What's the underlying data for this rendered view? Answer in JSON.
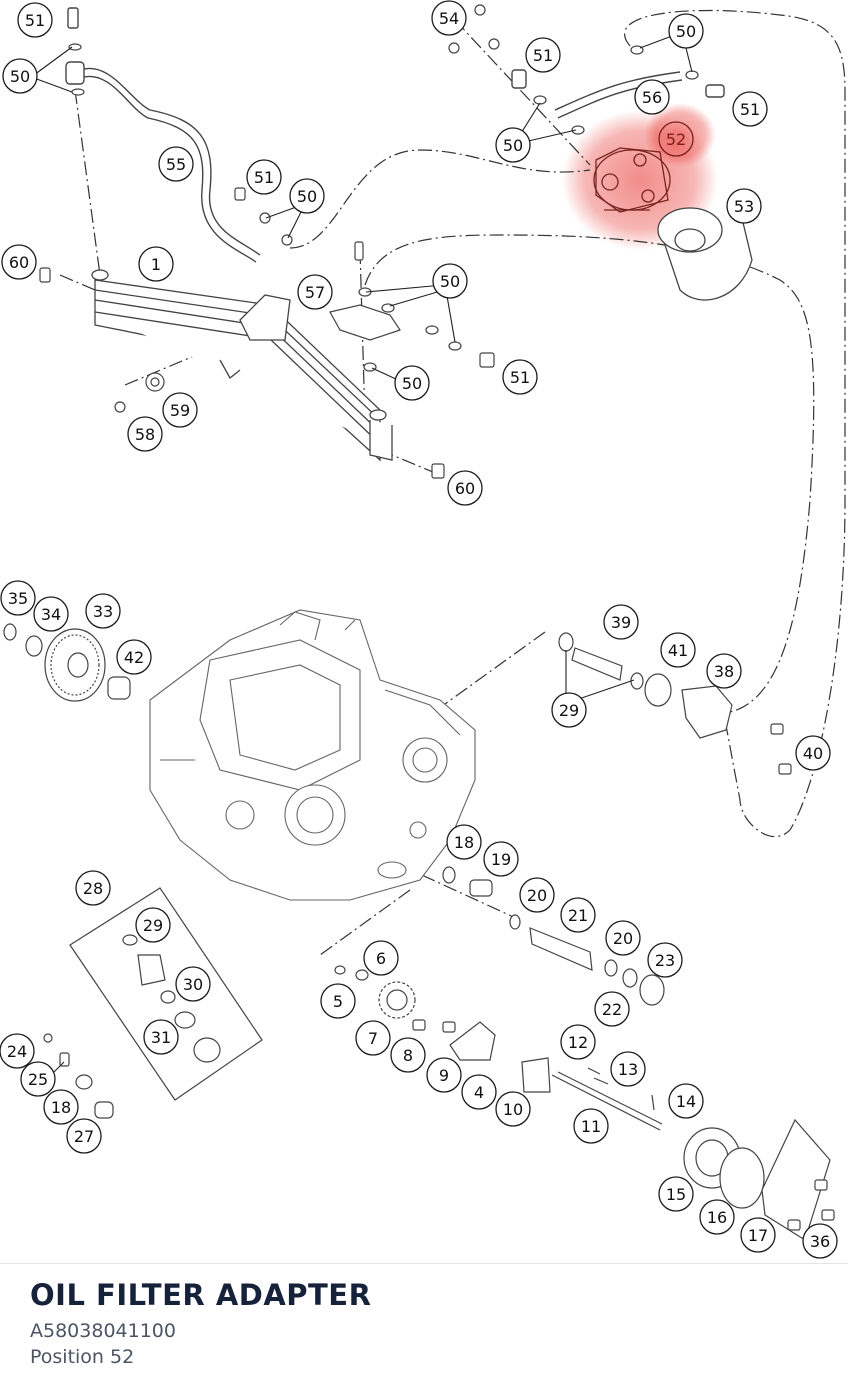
{
  "part": {
    "name": "OIL FILTER ADAPTER",
    "number": "A58038041100",
    "position_text": "Position 52",
    "highlight_color": "#e8302a"
  },
  "callouts": [
    {
      "n": "51"
    },
    {
      "n": "50"
    },
    {
      "n": "55"
    },
    {
      "n": "51"
    },
    {
      "n": "50"
    },
    {
      "n": "60"
    },
    {
      "n": "1"
    },
    {
      "n": "57"
    },
    {
      "n": "59"
    },
    {
      "n": "58"
    },
    {
      "n": "54"
    },
    {
      "n": "51"
    },
    {
      "n": "50"
    },
    {
      "n": "50"
    },
    {
      "n": "56"
    },
    {
      "n": "51"
    },
    {
      "n": "52"
    },
    {
      "n": "53"
    },
    {
      "n": "50"
    },
    {
      "n": "51"
    },
    {
      "n": "50"
    },
    {
      "n": "60"
    },
    {
      "n": "35"
    },
    {
      "n": "34"
    },
    {
      "n": "33"
    },
    {
      "n": "42"
    },
    {
      "n": "39"
    },
    {
      "n": "41"
    },
    {
      "n": "38"
    },
    {
      "n": "29"
    },
    {
      "n": "40"
    },
    {
      "n": "18"
    },
    {
      "n": "19"
    },
    {
      "n": "28"
    },
    {
      "n": "29"
    },
    {
      "n": "20"
    },
    {
      "n": "21"
    },
    {
      "n": "20"
    },
    {
      "n": "23"
    },
    {
      "n": "6"
    },
    {
      "n": "5"
    },
    {
      "n": "30"
    },
    {
      "n": "22"
    },
    {
      "n": "31"
    },
    {
      "n": "7"
    },
    {
      "n": "8"
    },
    {
      "n": "12"
    },
    {
      "n": "24"
    },
    {
      "n": "25"
    },
    {
      "n": "9"
    },
    {
      "n": "13"
    },
    {
      "n": "4"
    },
    {
      "n": "18"
    },
    {
      "n": "10"
    },
    {
      "n": "14"
    },
    {
      "n": "27"
    },
    {
      "n": "11"
    },
    {
      "n": "15"
    },
    {
      "n": "16"
    },
    {
      "n": "17"
    },
    {
      "n": "36"
    }
  ]
}
